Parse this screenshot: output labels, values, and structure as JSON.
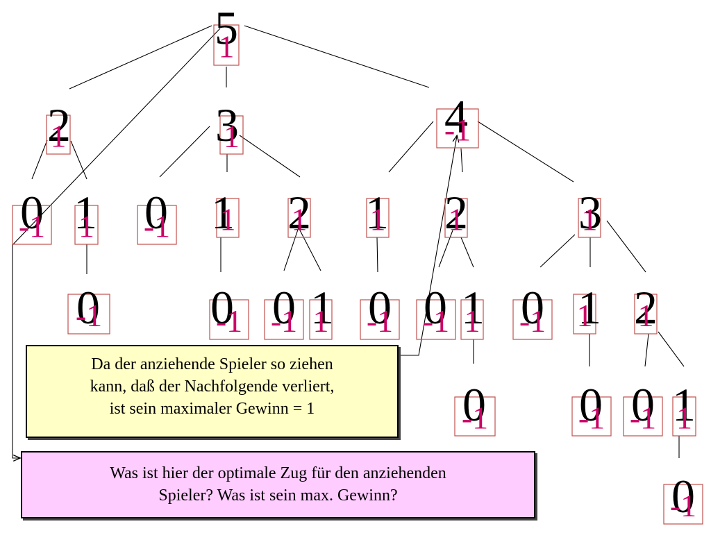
{
  "colors": {
    "node": "#000000",
    "score": "#cc0066",
    "score_border": "#c0504d",
    "note_bg": "#ffffc6",
    "question_bg": "#ffccff"
  },
  "tree": {
    "nodes": [
      {
        "id": "n0",
        "value": "5",
        "score": "1"
      },
      {
        "id": "n1",
        "value": "2",
        "score": "1"
      },
      {
        "id": "n2",
        "value": "3",
        "score": "1"
      },
      {
        "id": "n3",
        "value": "4",
        "score": "-1"
      },
      {
        "id": "n4",
        "value": "0",
        "score": "-1"
      },
      {
        "id": "n5",
        "value": "1",
        "score": "1"
      },
      {
        "id": "n6",
        "value": "0",
        "score": "-1"
      },
      {
        "id": "n7",
        "value": "1",
        "score": "1"
      },
      {
        "id": "n8",
        "value": "2",
        "score": "1"
      },
      {
        "id": "n9",
        "value": "1",
        "score": "1"
      },
      {
        "id": "n10",
        "value": "2",
        "score": "1"
      },
      {
        "id": "n11",
        "value": "3",
        "score": "1"
      },
      {
        "id": "n12",
        "value": "0",
        "score": "-1"
      },
      {
        "id": "n13",
        "value": "0",
        "score": "-1"
      },
      {
        "id": "n14",
        "value": "0",
        "score": "-1"
      },
      {
        "id": "n15",
        "value": "1",
        "score": "1"
      },
      {
        "id": "n16",
        "value": "0",
        "score": "-1"
      },
      {
        "id": "n17",
        "value": "0",
        "score": "-1"
      },
      {
        "id": "n18",
        "value": "1",
        "score": "1"
      },
      {
        "id": "n19",
        "value": "0",
        "score": "-1"
      },
      {
        "id": "n20",
        "value": "1",
        "score": "1"
      },
      {
        "id": "n21",
        "value": "2",
        "score": "1"
      },
      {
        "id": "n22",
        "value": "0",
        "score": "-1"
      },
      {
        "id": "n23",
        "value": "0",
        "score": "-1"
      },
      {
        "id": "n24",
        "value": "0",
        "score": "-1"
      },
      {
        "id": "n25",
        "value": "1",
        "score": "1"
      },
      {
        "id": "n26",
        "value": "0",
        "score": "-1"
      }
    ]
  },
  "note": {
    "lines": [
      "Da der anziehende Spieler so ziehen",
      "kann, daß der Nachfolgende verliert,",
      "ist sein maximaler Gewinn = 1"
    ]
  },
  "question": {
    "lines": [
      "Was ist hier der optimale Zug für den anziehenden",
      "Spieler? Was ist sein max. Gewinn?"
    ]
  }
}
